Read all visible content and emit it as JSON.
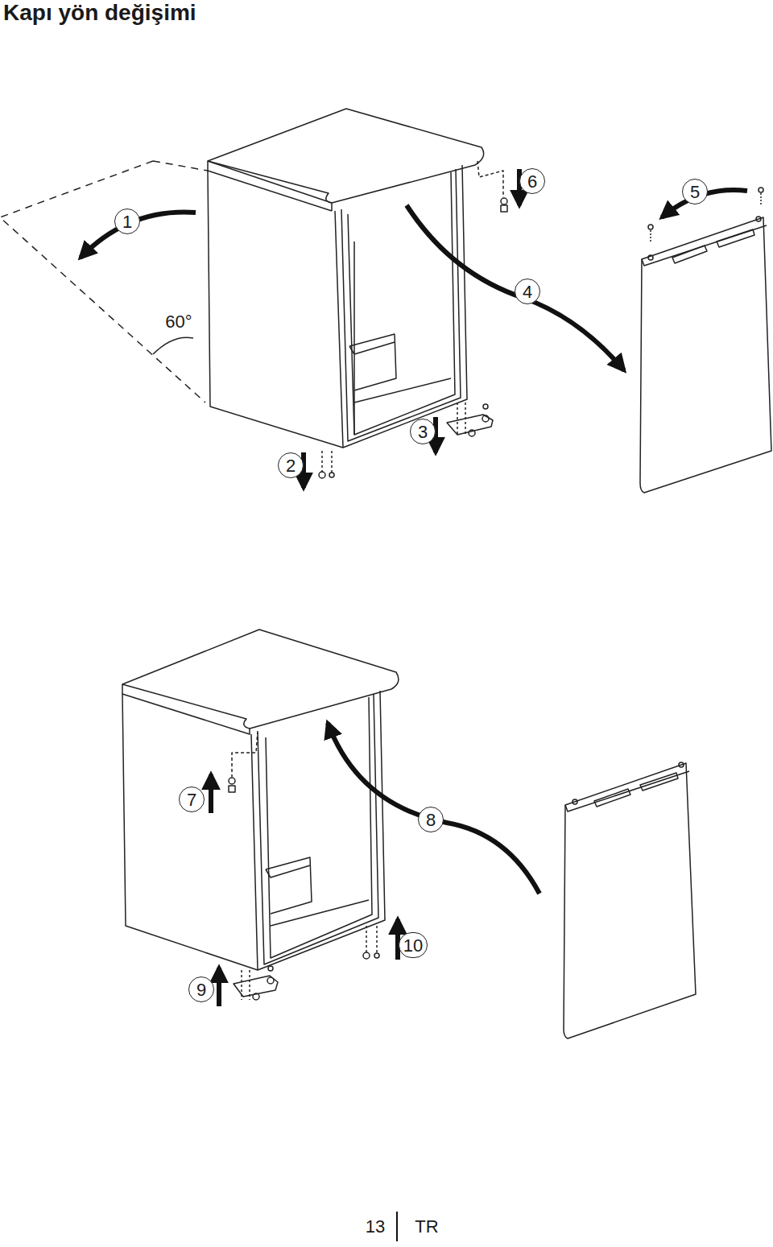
{
  "diagram": {
    "title": "Kapı yön değişimi",
    "labels": [
      "6",
      "5",
      "1",
      "4",
      "60°",
      "3",
      "2",
      "7",
      "8",
      "10",
      "9",
      "13",
      "TR"
    ]
  }
}
